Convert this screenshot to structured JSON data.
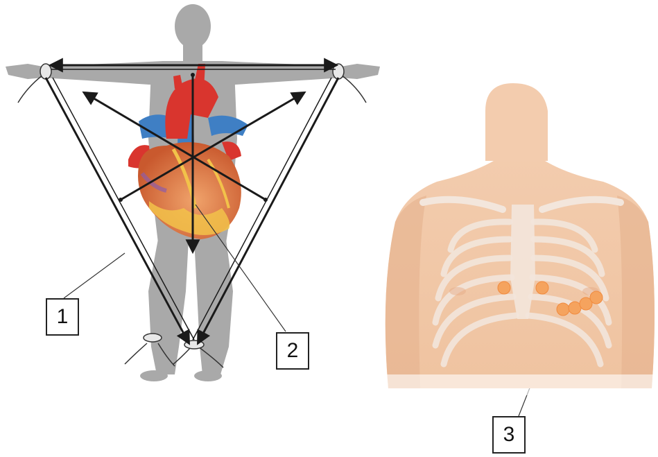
{
  "callouts": [
    {
      "id": "1",
      "text": "1"
    },
    {
      "id": "2",
      "text": "2"
    },
    {
      "id": "3",
      "text": "3"
    }
  ],
  "colors": {
    "silhouette": "#a9a9a9",
    "skin": "#f1c8a6",
    "skin_shadow": "#e3aa84",
    "bone": "#f3e6dc",
    "electrode": "#f5a35e",
    "heart_red": "#d9352e",
    "heart_blue": "#3f7fc4",
    "heart_body": "#e8894f",
    "heart_fat": "#f2c24a",
    "arrow": "#1a1a1a"
  },
  "precordial_electrodes": 6
}
